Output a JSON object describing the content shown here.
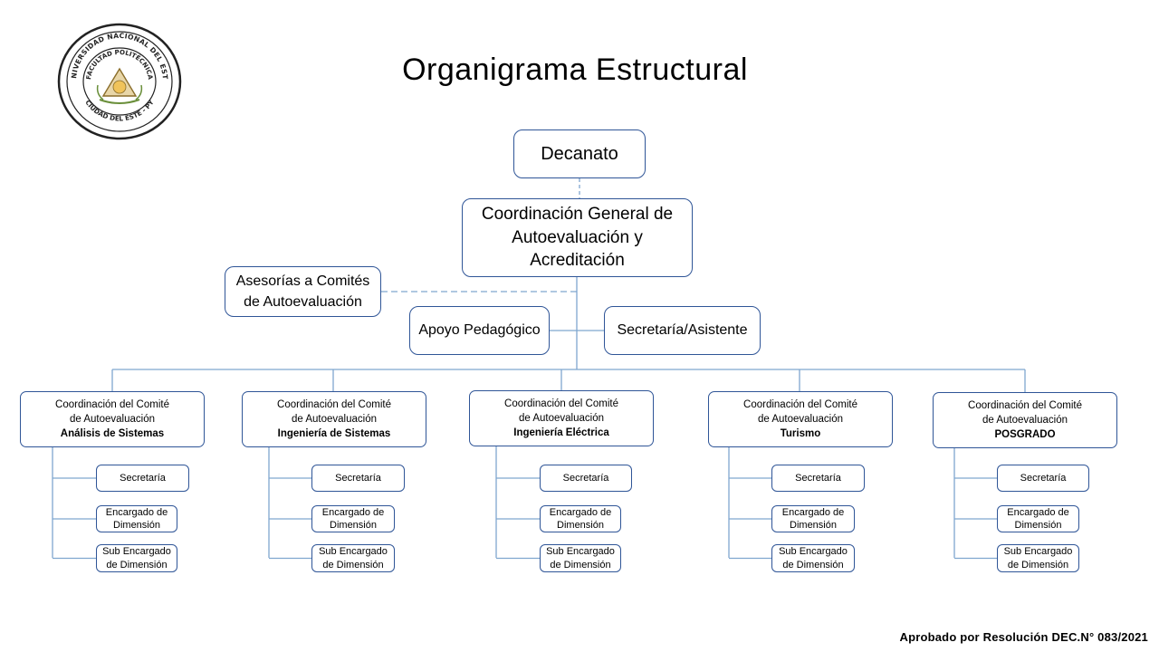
{
  "title": "Organigrama Estructural",
  "seal": {
    "top_text": "UNIVERSIDAD NACIONAL DEL ESTE",
    "inner_text": "FACULTAD POLITÉCNICA",
    "bottom_text": "CIUDAD DEL ESTE - PY"
  },
  "nodes": {
    "decanato": "Decanato",
    "coordinacion_general": "Coordinación General de Autoevaluación y Acreditación",
    "asesorias": "Asesorías a Comités de Autoevaluación",
    "apoyo": "Apoyo Pedagógico",
    "secretaria_asistente": "Secretaría/Asistente"
  },
  "committees": [
    {
      "line1": "Coordinación del Comité",
      "line2": "de Autoevaluación",
      "name": "Análisis de Sistemas",
      "secretaria": "Secretaría",
      "encargado": "Encargado de Dimensión",
      "sub": "Sub Encargado de Dimensión"
    },
    {
      "line1": "Coordinación del Comité",
      "line2": "de Autoevaluación",
      "name": "Ingeniería de Sistemas",
      "secretaria": "Secretaría",
      "encargado": "Encargado de Dimensión",
      "sub": "Sub Encargado de Dimensión"
    },
    {
      "line1": "Coordinación del Comité",
      "line2": "de Autoevaluación",
      "name": "Ingeniería Eléctrica",
      "secretaria": "Secretaría",
      "encargado": "Encargado de Dimensión",
      "sub": "Sub Encargado de Dimensión"
    },
    {
      "line1": "Coordinación del Comité",
      "line2": "de Autoevaluación",
      "name": "Turismo",
      "secretaria": "Secretaría",
      "encargado": "Encargado de Dimensión",
      "sub": "Sub Encargado de Dimensión"
    },
    {
      "line1": "Coordinación del Comité",
      "line2": "de Autoevaluación",
      "name": "POSGRADO",
      "secretaria": "Secretaría",
      "encargado": "Encargado de Dimensión",
      "sub": "Sub Encargado de Dimensión"
    }
  ],
  "footer": "Aprobado por Resolución DEC.N° 083/2021",
  "colors": {
    "border": "#2f5597",
    "line": "#7fa6cf"
  }
}
